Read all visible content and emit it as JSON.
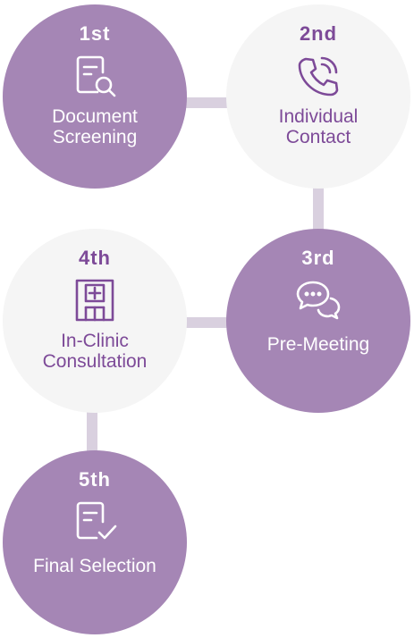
{
  "steps": [
    {
      "ordinal": "1st",
      "label": "Document\nScreening",
      "icon": "document-search-icon"
    },
    {
      "ordinal": "2nd",
      "label": "Individual\nContact",
      "icon": "phone-call-icon"
    },
    {
      "ordinal": "3rd",
      "label": "Pre-Meeting",
      "icon": "chat-bubbles-icon"
    },
    {
      "ordinal": "4th",
      "label": "In-Clinic\nConsultation",
      "icon": "hospital-building-icon"
    },
    {
      "ordinal": "5th",
      "label": "Final Selection",
      "icon": "document-check-icon"
    }
  ],
  "colors": {
    "filled_circle": "#a586b5",
    "light_circle": "#f5f5f5",
    "accent_text": "#7d4a98",
    "connector": "#d9d0df"
  }
}
